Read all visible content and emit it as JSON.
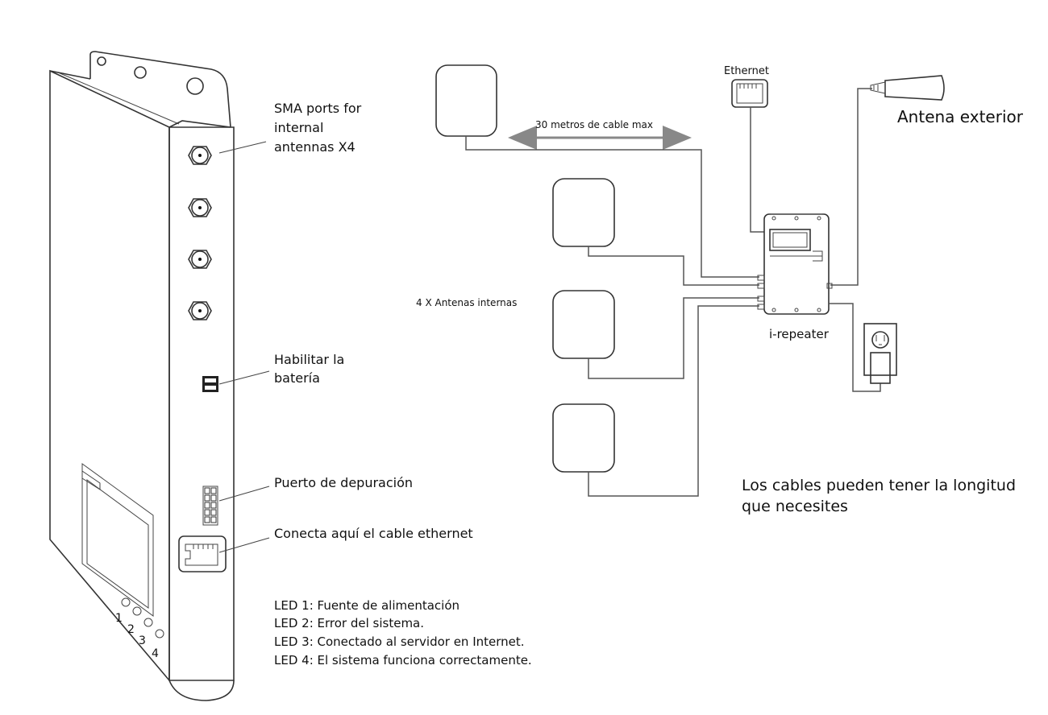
{
  "left_device": {
    "sma_label": [
      "SMA ports for",
      "internal",
      "antennas X4"
    ],
    "battery_label": [
      "Habilitar la",
      "batería"
    ],
    "debug_label": "Puerto de depuración",
    "ethernet_port_label": "Conecta aquí el cable ethernet",
    "led_numbers": [
      "1",
      "2",
      "3",
      "4"
    ],
    "led_list": [
      "LED 1: Fuente de alimentación",
      "LED 2: Error del sistema.",
      "LED 3: Conectado al servidor en Internet.",
      "LED 4: El sistema funciona correctamente."
    ]
  },
  "right_diagram": {
    "cable_length_label": "30  metros de cable max",
    "ethernet_label": "Ethernet",
    "outdoor_antenna_label": "Antena exterior",
    "internal_antennas_label": "4 X Antenas internas",
    "repeater_label": "i-repeater",
    "cable_note": [
      "Los cables pueden tener la longitud",
      "que necesites"
    ]
  }
}
